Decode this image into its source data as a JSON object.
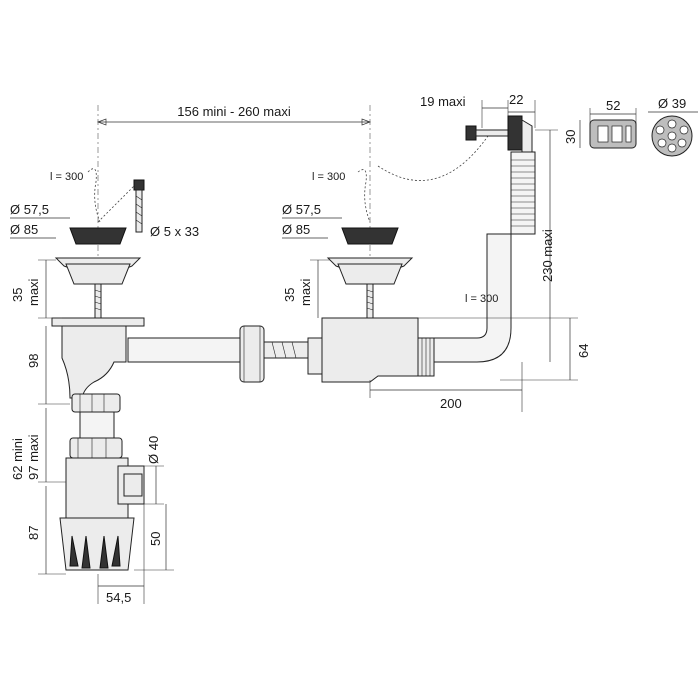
{
  "dimensions": {
    "spacing": "156 mini - 260 maxi",
    "overflow_offset": "19 maxi",
    "overflow_width": "22",
    "grid_width": "52",
    "grid_diameter": "Ø 39",
    "grid_height": "30",
    "hose_height": "230 maxi",
    "chain_left": "l = 300",
    "chain_right": "l = 300",
    "chain_hose": "l = 300",
    "plug_left_d1": "Ø 57,5",
    "plug_left_d2": "Ø 85",
    "screw": "Ø 5 x 33",
    "plug_right_d1": "Ø 57,5",
    "plug_right_d2": "Ø 85",
    "left_strainer_height": "35\nmaxi",
    "right_strainer_height": "35\nmaxi",
    "left_strainer_height_num": "35",
    "left_strainer_height_maxi": "maxi",
    "right_strainer_height_num": "35",
    "right_strainer_height_maxi": "maxi",
    "trap_inlet_height": "98",
    "trap_adjust_num": "62 mini",
    "trap_adjust_max": "97 maxi",
    "outlet_diameter": "Ø 40",
    "trap_bottom": "87",
    "outlet_height": "50",
    "trap_width": "54,5",
    "branch_length": "200",
    "branch_height": "64"
  }
}
